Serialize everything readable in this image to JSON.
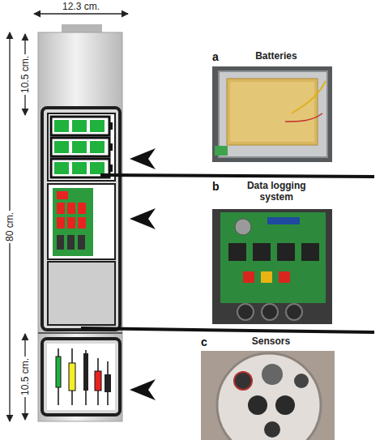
{
  "diagram": {
    "nodes": [
      {
        "text": [
          "a",
          "Batteries"
        ]
      },
      {
        "text": [
          "b",
          "Data logging system"
        ]
      },
      {
        "text": [
          "c",
          "Sensors"
        ]
      }
    ],
    "labels": [
      "12.3 cm.",
      "10.5 cm.",
      "80 cm.",
      "10.5 cm."
    ]
  }
}
